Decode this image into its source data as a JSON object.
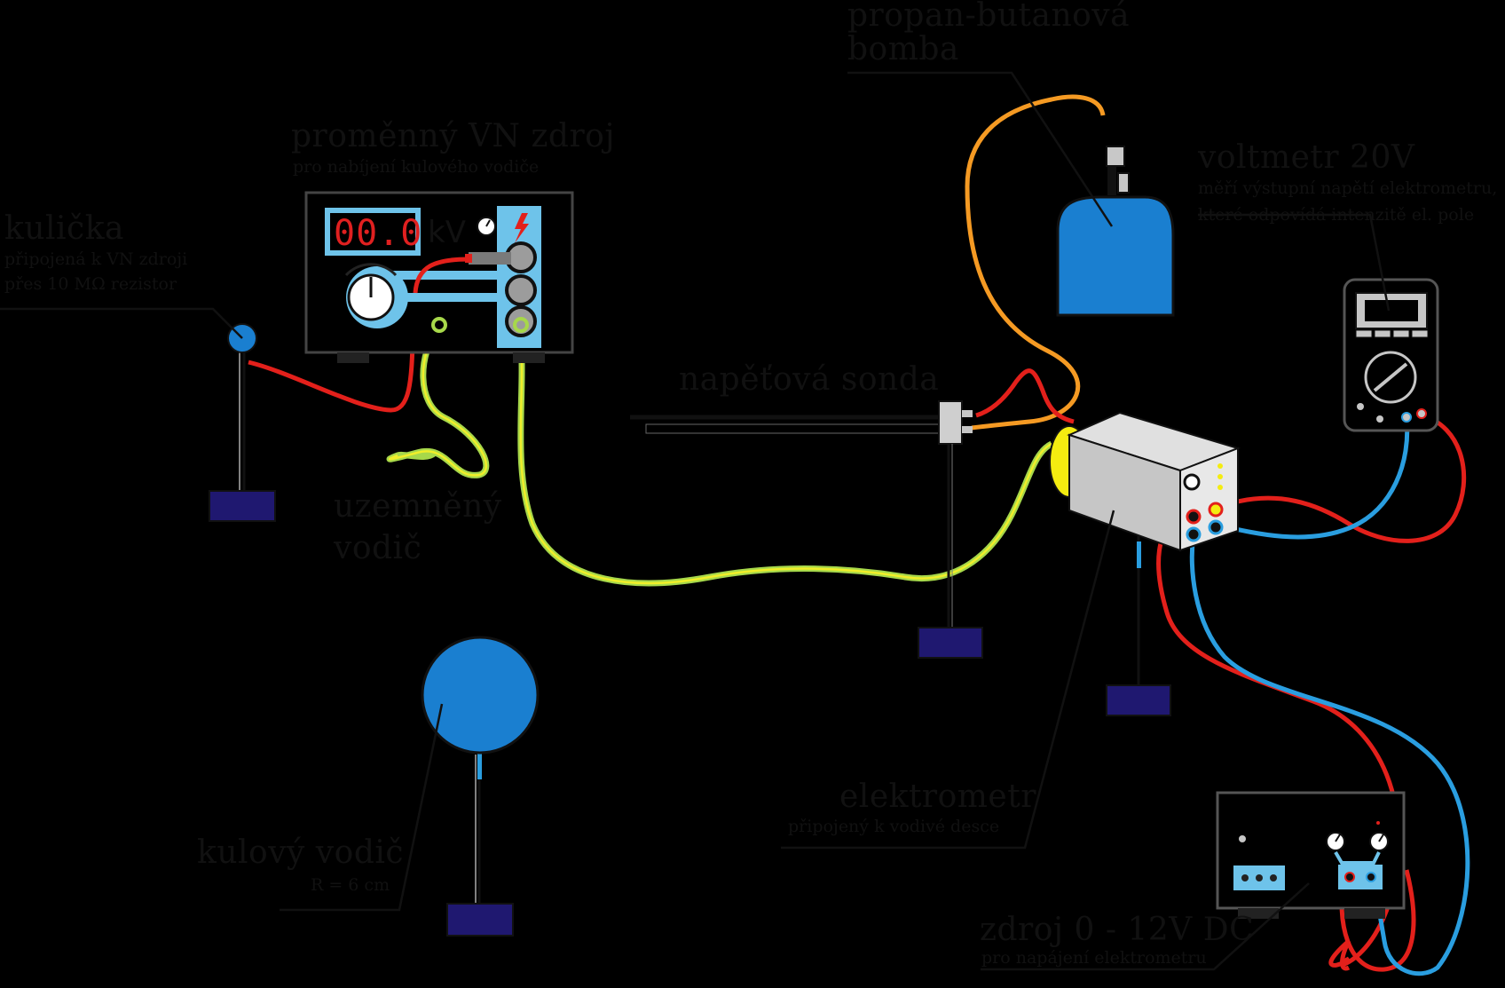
{
  "labels": {
    "propane": {
      "line1": "propan-butanová",
      "line2": "bomba"
    },
    "hv_source": {
      "title": "proměnný VN zdroj",
      "subtitle": "pro nabíjení kulového vodiče"
    },
    "ball": {
      "title": "kulička",
      "sub1": "připojená k VN zdroji",
      "sub2": "přes 10 MΩ rezistor"
    },
    "voltmeter": {
      "title": "voltmetr 20V",
      "sub1": "měří výstupní napětí elektrometru,",
      "sub2": "které odpovídá intenzitě el. pole"
    },
    "probe": {
      "title": "napěťová sonda"
    },
    "ground_wire": {
      "line1": "uzemněný",
      "line2": "vodič"
    },
    "electrometer": {
      "title": "elektrometr",
      "subtitle": "připojený k vodivé desce"
    },
    "sphere": {
      "title": "kulový vodič",
      "subtitle": "R = 6 cm"
    },
    "dc_source": {
      "title": "zdroj 0 - 12V DC",
      "subtitle": "pro napájení elektrometru"
    }
  },
  "hv_display": {
    "value": "00.0",
    "unit": "kV"
  },
  "colors": {
    "background": "#000000",
    "blue_fill": "#1a7fd0",
    "light_blue": "#6ec3ea",
    "base_navy": "#1f1870",
    "wire_red": "#e3201b",
    "wire_blue": "#2a9ee0",
    "wire_orange": "#f59a23",
    "wire_green": "#a7d84a",
    "wire_yellow": "#f0ee2a",
    "yellow": "#f4ec10",
    "grey": "#c6c6c6"
  }
}
